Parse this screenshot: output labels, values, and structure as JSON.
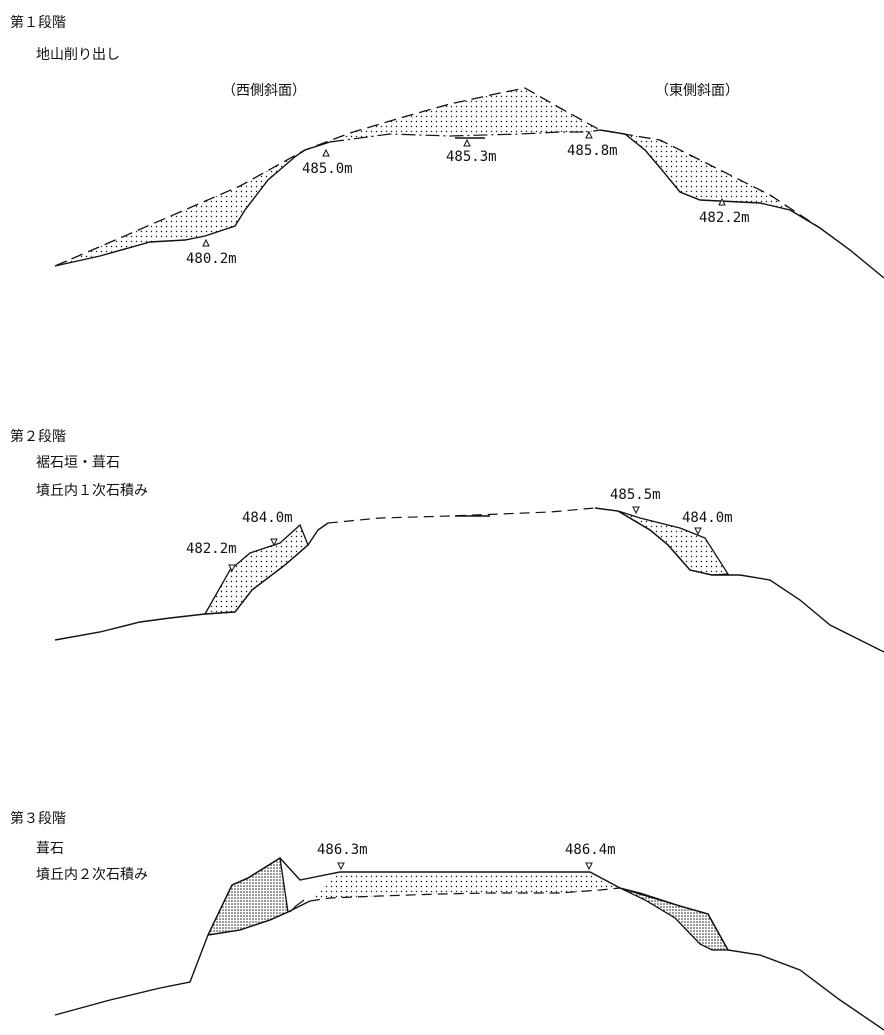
{
  "stage1": {
    "title": "第１段階",
    "subtitle": "地山削り出し",
    "west_label": "（西側斜面）",
    "east_label": "（東側斜面）",
    "elevations": [
      "485.0m",
      "485.3m",
      "485.8m",
      "480.2m",
      "482.2m"
    ]
  },
  "stage2": {
    "title": "第２段階",
    "subtitle1": "裾石垣・葺石",
    "subtitle2": "墳丘内１次石積み",
    "elevations": [
      "484.0m",
      "482.2m",
      "485.5m",
      "484.0m"
    ]
  },
  "stage3": {
    "title": "第３段階",
    "subtitle1": "葺石",
    "subtitle2": "墳丘内２次石積み",
    "elevations": [
      "486.3m",
      "486.4m"
    ]
  }
}
